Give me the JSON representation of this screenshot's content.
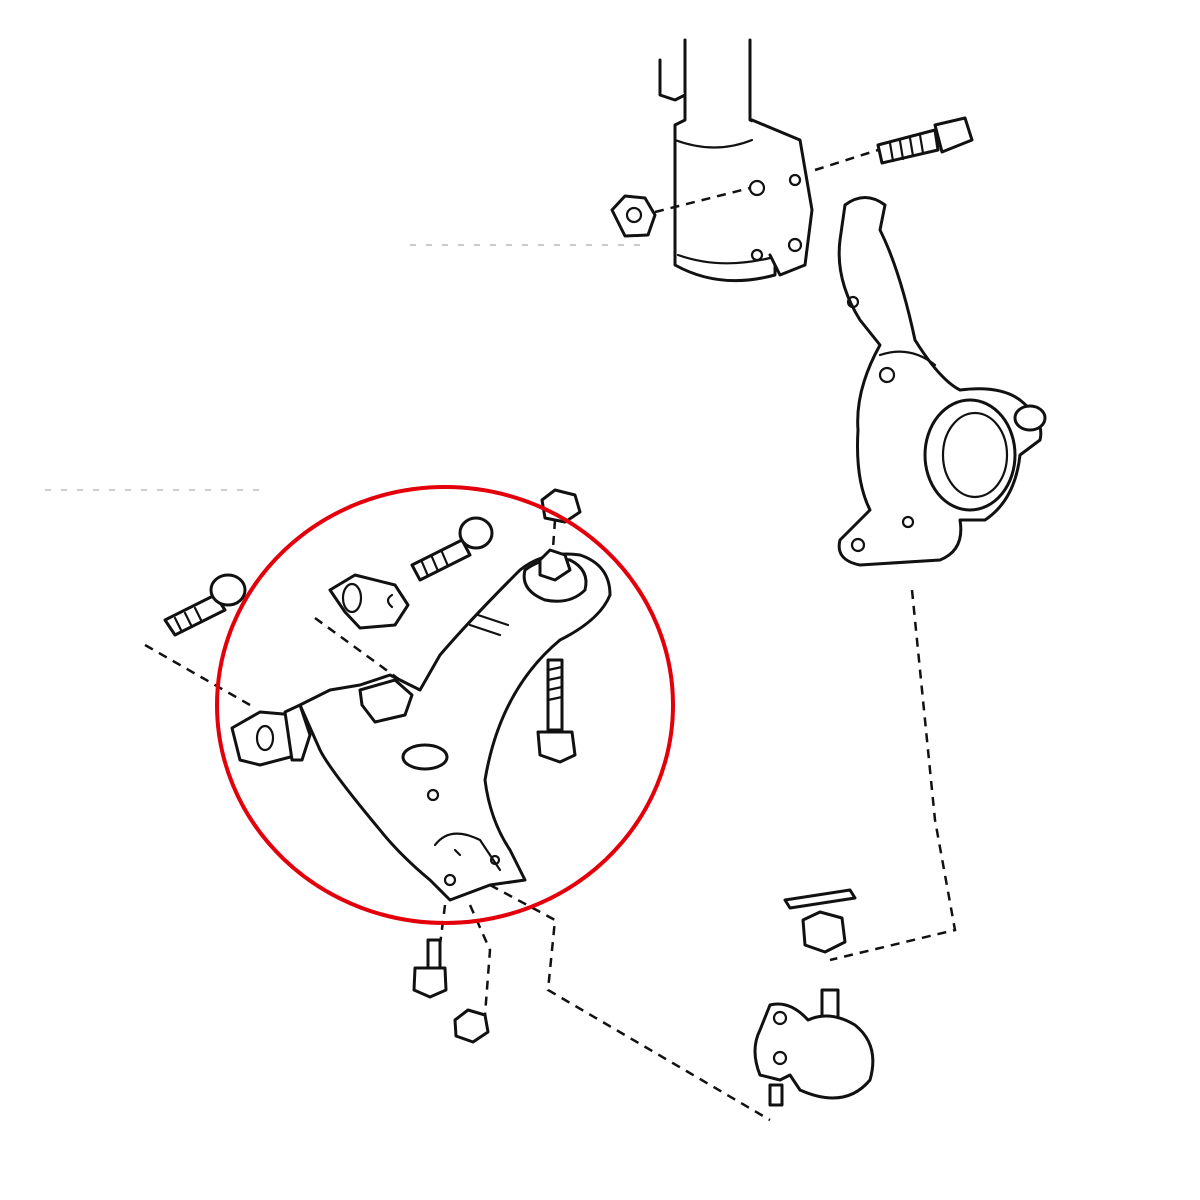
{
  "diagram": {
    "highlight_color": "#e3000b",
    "line_color": "#111111",
    "background": "#ffffff",
    "parts": [
      "strut",
      "strut-bolt",
      "strut-nut",
      "steering-knuckle",
      "lower-control-arm",
      "rear-bushing-bracket",
      "bracket-bolts",
      "arm-bolts",
      "arm-nuts",
      "ball-joint",
      "castle-nut",
      "cotter-pin"
    ]
  }
}
